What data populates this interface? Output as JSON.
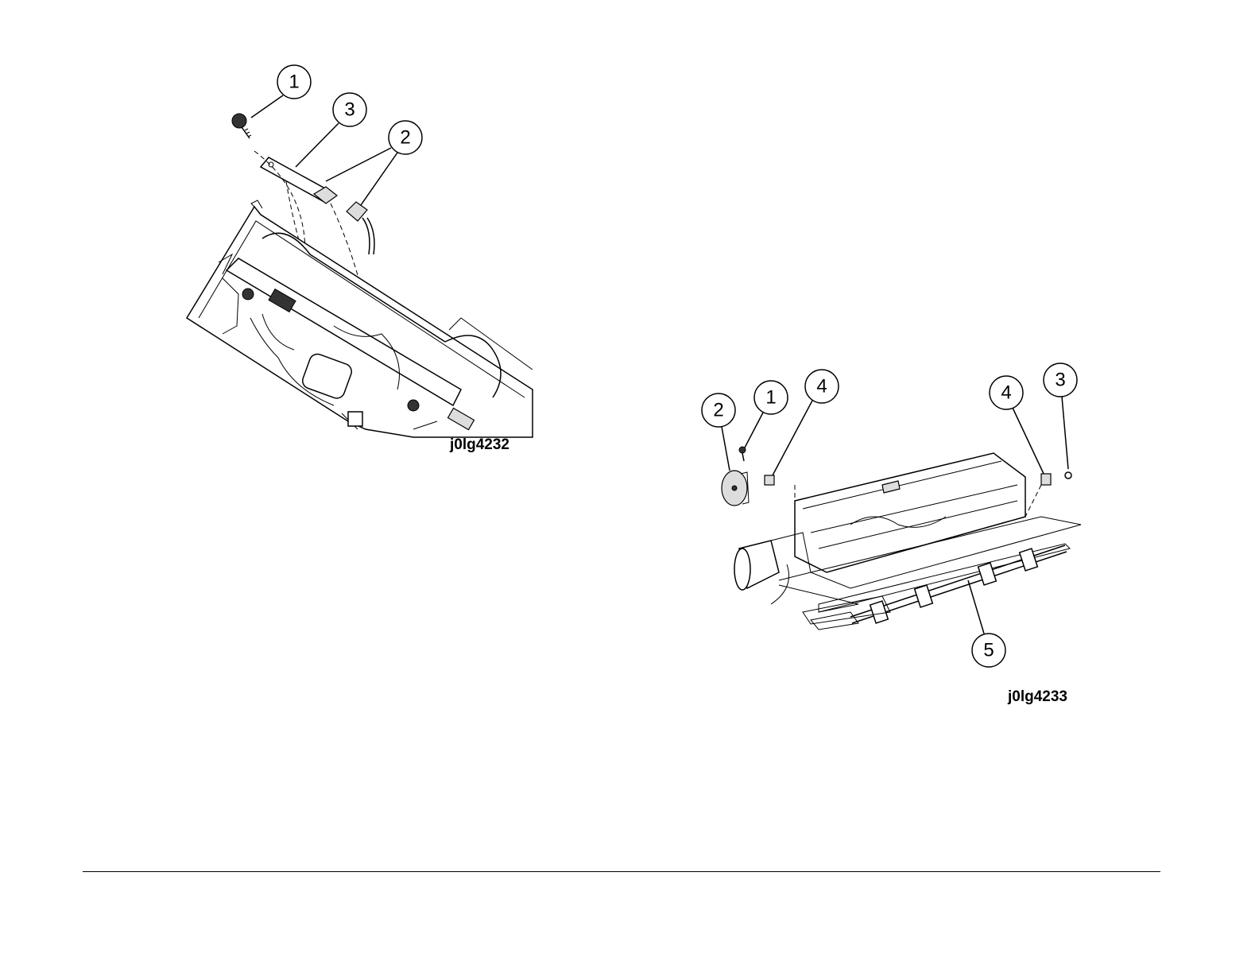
{
  "figures": [
    {
      "id_label": "j0lg4232",
      "callouts": [
        "1",
        "3",
        "2"
      ],
      "icon": "part-assembly-exploded-view"
    },
    {
      "id_label": "j0lg4233",
      "callouts": [
        "2",
        "1",
        "4",
        "4",
        "3",
        "5"
      ],
      "icon": "roller-assembly-exploded-view"
    }
  ]
}
